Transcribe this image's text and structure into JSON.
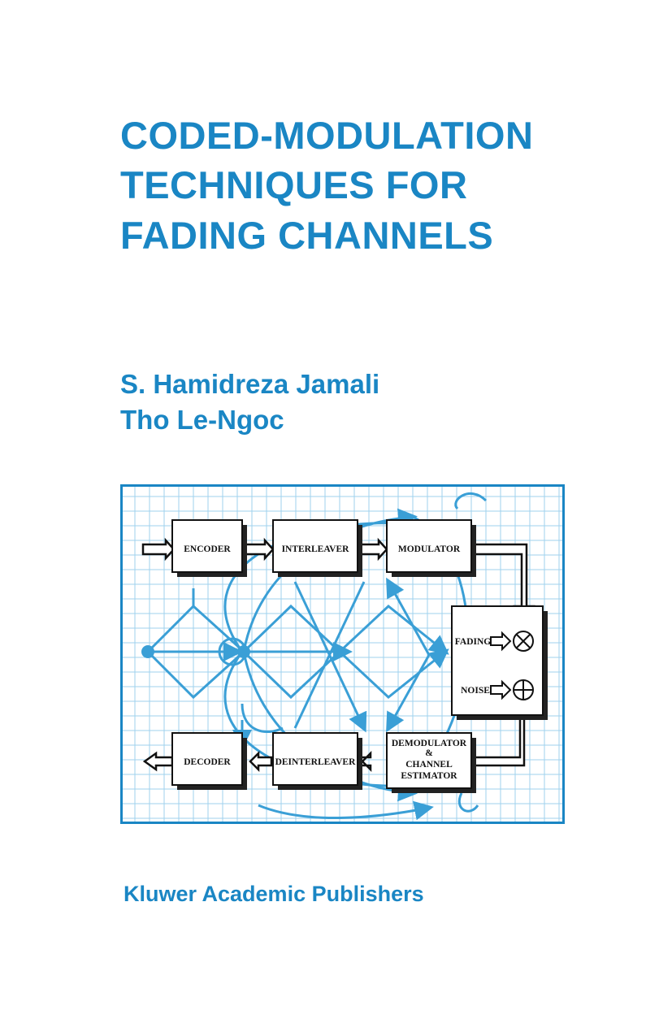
{
  "book": {
    "title_lines": [
      "CODED-MODULATION",
      "TECHNIQUES FOR",
      "FADING CHANNELS"
    ],
    "authors": [
      "S. Hamidreza Jamali",
      "Tho Le-Ngoc"
    ],
    "publisher": "Kluwer Academic Publishers"
  },
  "diagram": {
    "blocks": {
      "encoder": "ENCODER",
      "interleaver": "INTERLEAVER",
      "modulator": "MODULATOR",
      "fading": "FADING",
      "noise": "NOISE",
      "demod_line1": "DEMODULATOR",
      "demod_line2": "&",
      "demod_line3": "CHANNEL",
      "demod_line4": "ESTIMATOR",
      "deinterleaver": "DEINTERLEAVER",
      "decoder": "DECODER"
    }
  },
  "colors": {
    "accent": "#1a86c4",
    "grid": "#7fc3e8",
    "trellis": "#3a9fd6"
  }
}
